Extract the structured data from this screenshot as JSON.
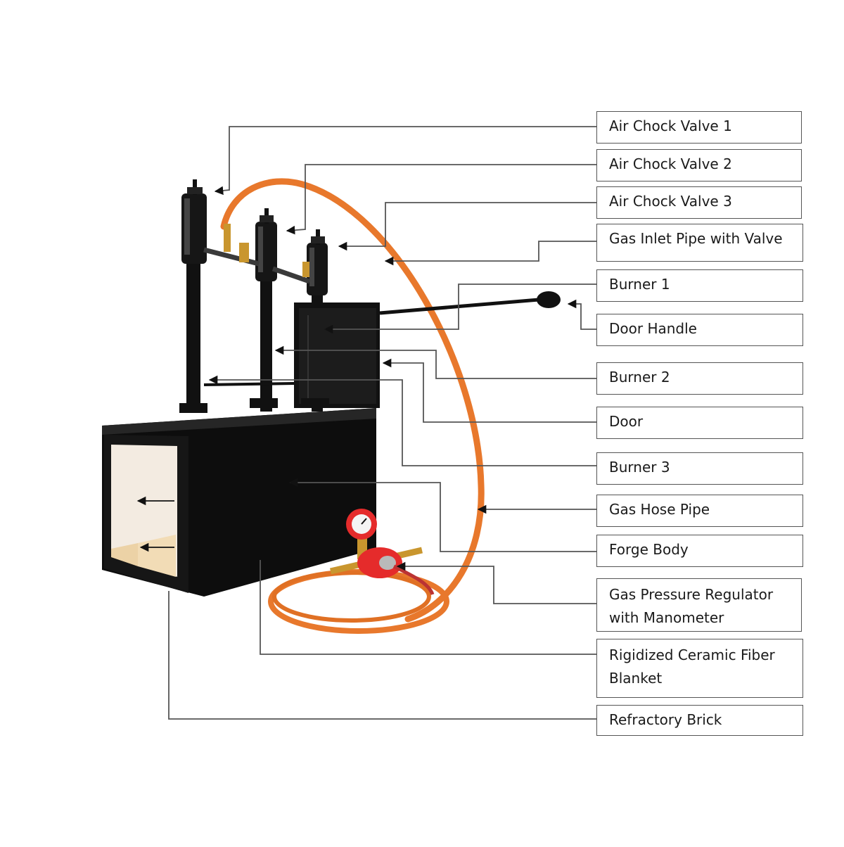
{
  "diagram": {
    "labels": [
      "Air Chock Valve 1",
      "Air Chock Valve 2",
      "Air Chock Valve 3",
      "Gas Inlet Pipe with Valve",
      "Burner 1",
      "Door Handle",
      "Burner 2",
      "Door",
      "Burner 3",
      "Gas Hose Pipe",
      "Forge Body",
      "Gas Pressure Regulator with Manometer",
      "Rigidized Ceramic Fiber Blanket",
      "Refractory Brick"
    ]
  },
  "colors": {
    "hose": "#e8782c",
    "body": "#0d0d0d",
    "ceramic": "#f3ebe1",
    "brick": "#f2dcb6",
    "regulator": "#e52b2b",
    "brass": "#c9962e",
    "leader": "#555555"
  }
}
